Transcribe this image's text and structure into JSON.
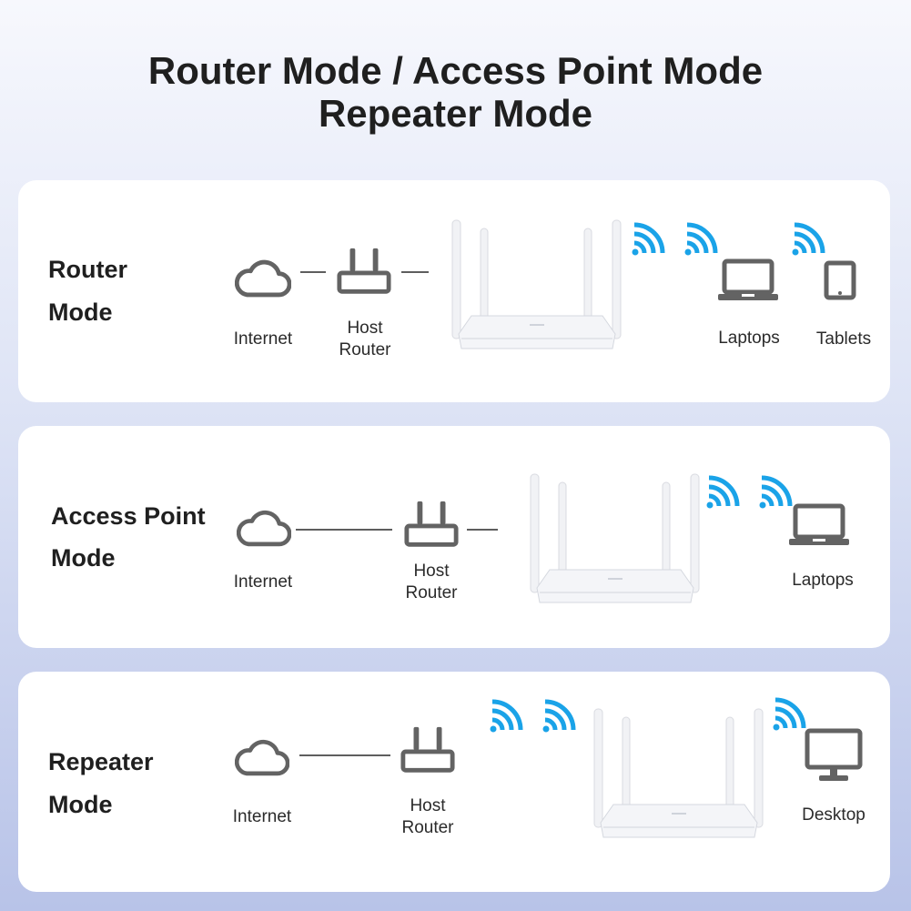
{
  "title": {
    "line1": "Router Mode / Access Point Mode",
    "line2": "Repeater Mode"
  },
  "colors": {
    "wifi": "#1aa3e8",
    "icon": "#636363",
    "text": "#1f1f1f"
  },
  "modes": [
    {
      "title_line1": "Router",
      "title_line2": "Mode",
      "internet": "Internet",
      "host_line1": "Host",
      "host_line2": "Router",
      "device1": "Laptops",
      "device2": "Tablets"
    },
    {
      "title_line1": "Access Point",
      "title_line2": "Mode",
      "internet": "Internet",
      "host_line1": "Host",
      "host_line2": "Router",
      "device1": "Laptops"
    },
    {
      "title_line1": "Repeater",
      "title_line2": "Mode",
      "internet": "Internet",
      "host_line1": "Host",
      "host_line2": "Router",
      "device1": "Desktop"
    }
  ]
}
